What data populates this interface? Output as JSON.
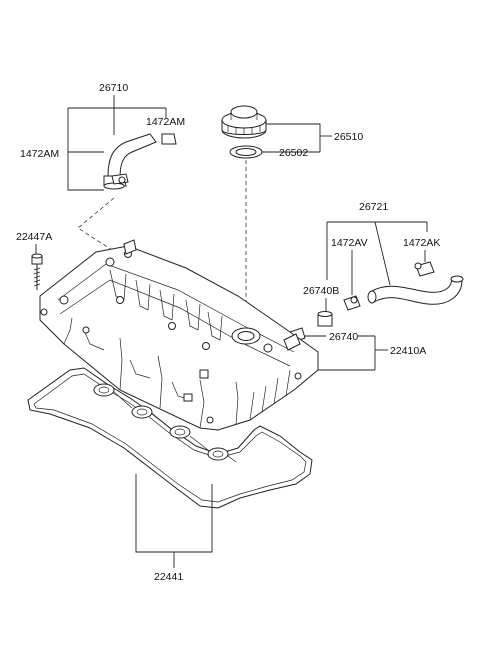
{
  "labels": {
    "p26710": "26710",
    "p1472AM_right": "1472AM",
    "p1472AM_left": "1472AM",
    "p26510": "26510",
    "p26502": "26502",
    "p26721": "26721",
    "p1472AV": "1472AV",
    "p1472AK": "1472AK",
    "p22447A": "22447A",
    "p26740B": "26740B",
    "p26740": "26740",
    "p22410A": "22410A",
    "p22441": "22441"
  },
  "icons": {
    "breather_hose_left": "hose-icon",
    "oil_filler_cap": "cap-icon",
    "cap_gasket": "gasket-ring-icon",
    "pcv_hose": "hose-icon",
    "bolt": "bolt-icon",
    "cylinder_head_cover": "valve-cover-icon",
    "cover_gasket": "gasket-icon"
  }
}
